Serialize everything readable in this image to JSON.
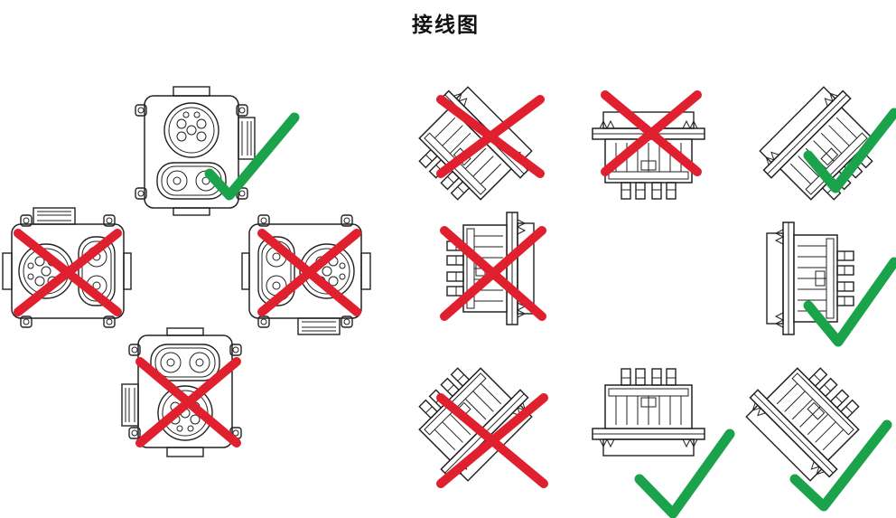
{
  "title": "接线图",
  "colors": {
    "approved": "#1aa34a",
    "rejected": "#e0202e",
    "drawing": "#222222"
  },
  "front_views": [
    {
      "name": "front-view-top",
      "status": "approved"
    },
    {
      "name": "front-view-left",
      "status": "rejected"
    },
    {
      "name": "front-view-right",
      "status": "rejected"
    },
    {
      "name": "front-view-bottom",
      "status": "rejected"
    }
  ],
  "side_views": [
    {
      "name": "side-view-r1c1",
      "status": "rejected"
    },
    {
      "name": "side-view-r1c2",
      "status": "rejected"
    },
    {
      "name": "side-view-r1c3",
      "status": "approved"
    },
    {
      "name": "side-view-r2c1",
      "status": "rejected"
    },
    {
      "name": "side-view-r2c3",
      "status": "approved"
    },
    {
      "name": "side-view-r3c1",
      "status": "rejected"
    },
    {
      "name": "side-view-r3c2",
      "status": "approved"
    },
    {
      "name": "side-view-r3c3",
      "status": "approved"
    }
  ]
}
